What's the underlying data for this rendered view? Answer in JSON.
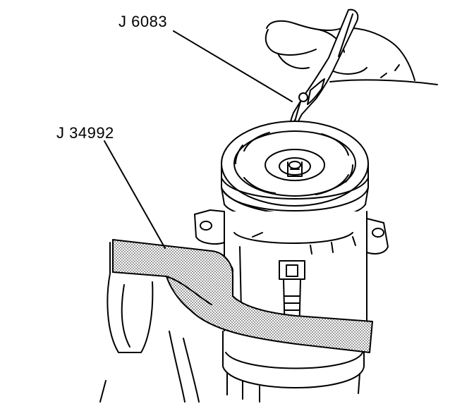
{
  "diagram": {
    "callouts": [
      {
        "id": "j6083",
        "text": "J 6083"
      },
      {
        "id": "j34992",
        "text": "J 34992"
      }
    ],
    "colors": {
      "line": "#000000",
      "fill": "#ffffff",
      "stipple": "#7a7a7a"
    }
  }
}
